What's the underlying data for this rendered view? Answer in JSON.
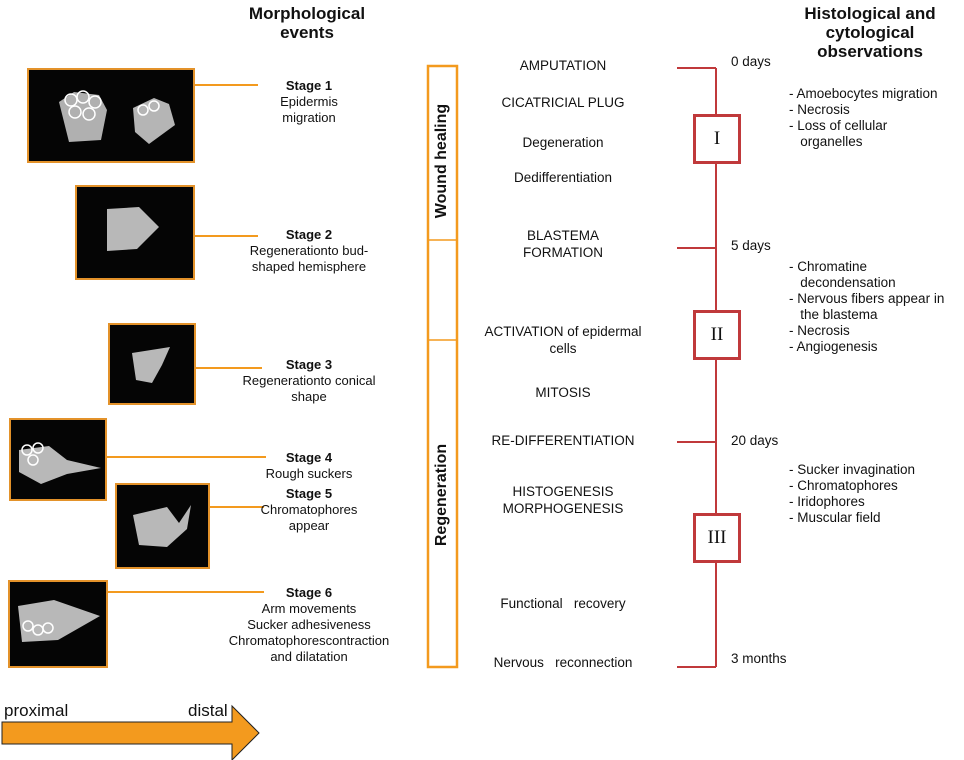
{
  "headers": {
    "left": [
      "Morphological",
      "events"
    ],
    "right": [
      "Histological and",
      "cytological",
      "observations"
    ]
  },
  "stages": [
    {
      "title": "Stage 1",
      "lines": [
        "Epidermis",
        "migration"
      ]
    },
    {
      "title": "Stage 2",
      "lines": [
        "Regenerationto bud-",
        "shaped hemisphere"
      ]
    },
    {
      "title": "Stage 3",
      "lines": [
        "Regenerationto conical",
        "shape"
      ]
    },
    {
      "title": "Stage 4",
      "lines": [
        "Rough suckers"
      ]
    },
    {
      "title": "Stage 5",
      "lines": [
        "Chromatophores",
        "appear"
      ]
    },
    {
      "title": "Stage 6",
      "lines": [
        "Arm movements",
        "Sucker adhesiveness",
        "Chromatophorescontraction",
        "and dilatation"
      ]
    }
  ],
  "phases": {
    "wound_healing": "Wound healing",
    "regeneration": "Regeneration"
  },
  "events": [
    {
      "lines": [
        "AMPUTATION"
      ]
    },
    {
      "lines": [
        "CICATRICIAL PLUG"
      ]
    },
    {
      "lines": [
        "Degeneration"
      ]
    },
    {
      "lines": [
        "Dedifferentiation"
      ]
    },
    {
      "lines": [
        "BLASTEMA",
        "FORMATION"
      ]
    },
    {
      "lines": [
        "ACTIVATION of  epidermal",
        "cells"
      ]
    },
    {
      "lines": [
        "MITOSIS"
      ]
    },
    {
      "lines": [
        "RE-DIFFERENTIATION"
      ]
    },
    {
      "lines": [
        "HISTOGENESIS",
        "MORPHOGENESIS"
      ]
    },
    {
      "lines": [
        "Functional   recovery"
      ]
    },
    {
      "lines": [
        "Nervous   reconnection"
      ]
    }
  ],
  "timeline": {
    "labels": [
      "0 days",
      "5 days",
      "20 days",
      "3 months"
    ],
    "phases": [
      "I",
      "II",
      "III"
    ]
  },
  "observations": [
    [
      "- Amoebocytes migration",
      "- Necrosis",
      "- Loss of cellular",
      "   organelles"
    ],
    [
      "- Chromatine",
      "   decondensation",
      "- Nervous fibers appear in",
      "   the blastema",
      "- Necrosis",
      "- Angiogenesis"
    ],
    [
      "- Sucker invagination",
      "- Chromatophores",
      "- Iridophores",
      "- Muscular field"
    ]
  ],
  "arrow": {
    "left": "proximal",
    "right": "distal"
  },
  "colors": {
    "orange": "#f39a1e",
    "red": "#c0393b",
    "photo_border": "#e3922a"
  }
}
